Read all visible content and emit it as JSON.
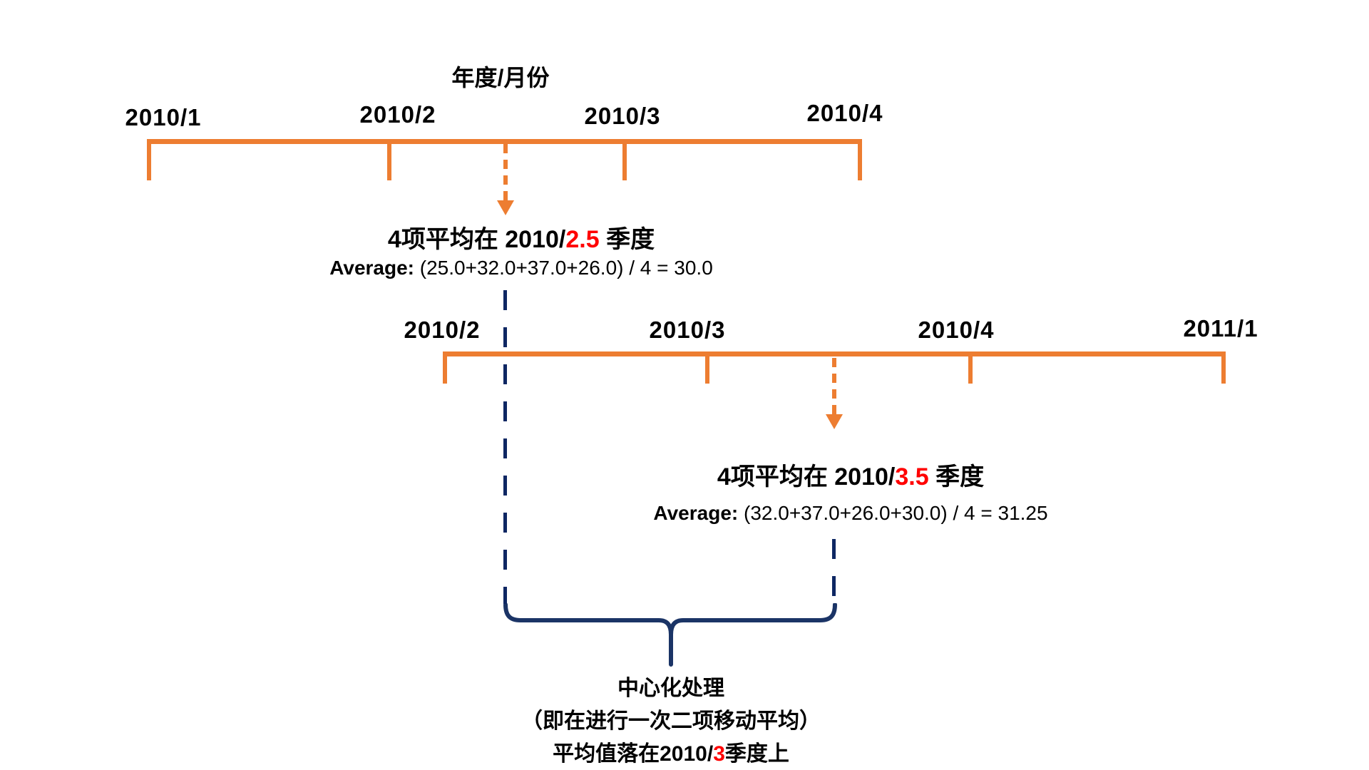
{
  "title": "年度/月份",
  "colors": {
    "accent_orange": "#ED7D31",
    "accent_navy": "#0E2763",
    "brace_navy": "#1B3466",
    "highlight_red": "#FF0000",
    "text_black": "#000000",
    "background": "#FFFFFF"
  },
  "icons": {
    "arrow1": "down-arrow-icon",
    "arrow2": "down-arrow-icon",
    "brace": "underbrace-icon"
  },
  "timeline1": {
    "labels": [
      "2010/1",
      "2010/2",
      "2010/3",
      "2010/4"
    ]
  },
  "timeline2": {
    "labels": [
      "2010/2",
      "2010/3",
      "2010/4",
      "2011/1"
    ]
  },
  "annotation1": {
    "prefix": "4项平均在 2010/",
    "highlight": "2.5",
    "suffix": " 季度",
    "average_label": "Average:",
    "average_expr": " (25.0+32.0+37.0+26.0) / 4 = 30.0"
  },
  "annotation2": {
    "prefix": "4项平均在 2010/",
    "highlight": "3.5",
    "suffix": " 季度",
    "average_label": "Average:",
    "average_expr": " (32.0+37.0+26.0+30.0) / 4 = 31.25"
  },
  "footer": {
    "line1": "中心化处理",
    "line2": "（即在进行一次二项移动平均）",
    "line3_prefix": "平均值落在2010/",
    "line3_highlight": "3",
    "line3_suffix": "季度上"
  }
}
